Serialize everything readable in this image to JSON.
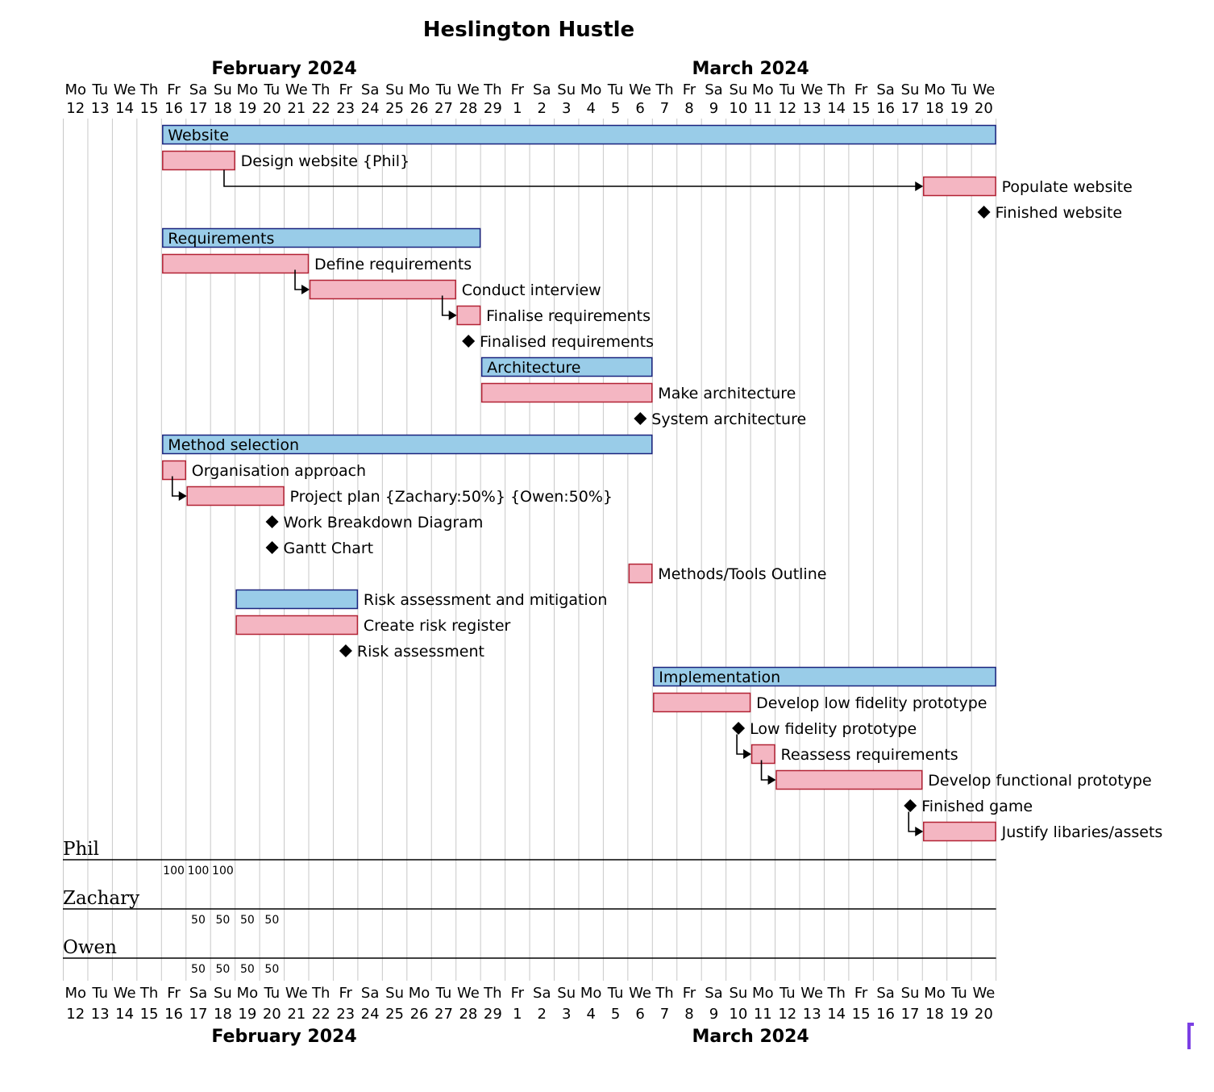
{
  "title": "Heslington Hustle",
  "months": [
    {
      "label": "February 2024",
      "start": "2024-02-12",
      "end": "2024-02-29"
    },
    {
      "label": "March 2024",
      "start": "2024-03-01",
      "end": "2024-03-20"
    }
  ],
  "day_names": [
    "Mo",
    "Tu",
    "We",
    "Th",
    "Fr",
    "Sa",
    "Su"
  ],
  "colors": {
    "group_fill": "#99cce8",
    "group_stroke": "#1a237e",
    "task_fill": "#f4b6c2",
    "task_stroke": "#b22234",
    "grid": "#c8c8c8",
    "milestone": "#000000",
    "accent_mark": "#7b3fe4"
  },
  "chart_data": {
    "type": "gantt",
    "title": "Heslington Hustle",
    "date_range": [
      "2024-02-12",
      "2024-03-20"
    ],
    "rows": [
      {
        "kind": "group",
        "name": "Website",
        "start": "2024-02-16",
        "end": "2024-03-20"
      },
      {
        "kind": "task",
        "name": "Design website {Phil}",
        "start": "2024-02-16",
        "end": "2024-02-18"
      },
      {
        "kind": "task",
        "name": "Populate website",
        "start": "2024-03-18",
        "end": "2024-03-20",
        "depends_on": "Design website {Phil}",
        "arrow": "long"
      },
      {
        "kind": "milestone",
        "name": "Finished website",
        "date": "2024-03-20"
      },
      {
        "kind": "group",
        "name": "Requirements",
        "start": "2024-02-16",
        "end": "2024-02-28"
      },
      {
        "kind": "task",
        "name": "Define requirements",
        "start": "2024-02-16",
        "end": "2024-02-21"
      },
      {
        "kind": "task",
        "name": "Conduct interview",
        "start": "2024-02-22",
        "end": "2024-02-27",
        "depends_on": "Define requirements"
      },
      {
        "kind": "task",
        "name": "Finalise requirements",
        "start": "2024-02-28",
        "end": "2024-02-28",
        "depends_on": "Conduct interview"
      },
      {
        "kind": "milestone",
        "name": "Finalised requirements",
        "date": "2024-02-28"
      },
      {
        "kind": "group",
        "name": "Architecture",
        "start": "2024-02-29",
        "end": "2024-03-06"
      },
      {
        "kind": "task",
        "name": "Make architecture",
        "start": "2024-02-29",
        "end": "2024-03-06"
      },
      {
        "kind": "milestone",
        "name": "System architecture",
        "date": "2024-03-06"
      },
      {
        "kind": "group",
        "name": "Method selection",
        "start": "2024-02-16",
        "end": "2024-03-06"
      },
      {
        "kind": "task",
        "name": "Organisation approach",
        "start": "2024-02-16",
        "end": "2024-02-16"
      },
      {
        "kind": "task",
        "name": "Project plan {Zachary:50%} {Owen:50%}",
        "start": "2024-02-17",
        "end": "2024-02-20",
        "depends_on": "Organisation approach"
      },
      {
        "kind": "milestone",
        "name": "Work Breakdown Diagram",
        "date": "2024-02-20"
      },
      {
        "kind": "milestone",
        "name": "Gantt Chart",
        "date": "2024-02-20"
      },
      {
        "kind": "task",
        "name": "Methods/Tools Outline",
        "start": "2024-03-06",
        "end": "2024-03-06"
      },
      {
        "kind": "group",
        "name": "Risk assessment and mitigation",
        "start": "2024-02-19",
        "end": "2024-02-23",
        "label_outside": true
      },
      {
        "kind": "task",
        "name": "Create risk register",
        "start": "2024-02-19",
        "end": "2024-02-23"
      },
      {
        "kind": "milestone",
        "name": "Risk assessment",
        "date": "2024-02-23"
      },
      {
        "kind": "group",
        "name": "Implementation",
        "start": "2024-03-07",
        "end": "2024-03-20"
      },
      {
        "kind": "task",
        "name": "Develop low fidelity prototype",
        "start": "2024-03-07",
        "end": "2024-03-10"
      },
      {
        "kind": "milestone",
        "name": "Low fidelity prototype",
        "date": "2024-03-10"
      },
      {
        "kind": "task",
        "name": "Reassess requirements",
        "start": "2024-03-11",
        "end": "2024-03-11",
        "depends_on": "Low fidelity prototype"
      },
      {
        "kind": "task",
        "name": "Develop functional prototype",
        "start": "2024-03-12",
        "end": "2024-03-17",
        "depends_on": "Reassess requirements"
      },
      {
        "kind": "milestone",
        "name": "Finished game",
        "date": "2024-03-17"
      },
      {
        "kind": "task",
        "name": "Justify libaries/assets",
        "start": "2024-03-18",
        "end": "2024-03-20",
        "depends_on": "Finished game"
      }
    ],
    "resources": [
      {
        "name": "Phil",
        "load": [
          {
            "date": "2024-02-16",
            "value": "100"
          },
          {
            "date": "2024-02-17",
            "value": "100"
          },
          {
            "date": "2024-02-18",
            "value": "100"
          }
        ]
      },
      {
        "name": "Zachary",
        "load": [
          {
            "date": "2024-02-17",
            "value": "50"
          },
          {
            "date": "2024-02-18",
            "value": "50"
          },
          {
            "date": "2024-02-19",
            "value": "50"
          },
          {
            "date": "2024-02-20",
            "value": "50"
          }
        ]
      },
      {
        "name": "Owen",
        "load": [
          {
            "date": "2024-02-17",
            "value": "50"
          },
          {
            "date": "2024-02-18",
            "value": "50"
          },
          {
            "date": "2024-02-19",
            "value": "50"
          },
          {
            "date": "2024-02-20",
            "value": "50"
          }
        ]
      }
    ]
  }
}
